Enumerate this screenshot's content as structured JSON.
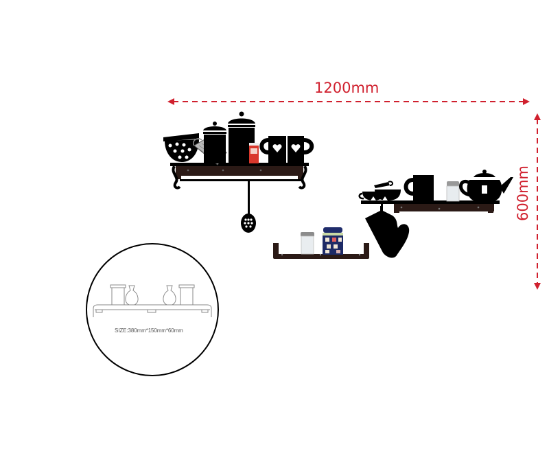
{
  "dimensions": {
    "width_label": "1200mm",
    "height_label": "600mm",
    "arrow_color": "#d0202e"
  },
  "detail": {
    "size_text": "SIZE:380mm*150mm*60mm",
    "items": [
      "jar",
      "vase",
      "vase",
      "jar"
    ]
  },
  "shelves": [
    {
      "name": "upper-left-shelf",
      "items": [
        "polka-dot-bowl",
        "grater",
        "small-canister",
        "large-canister",
        "spice-box",
        "heart-mug",
        "heart-mug"
      ],
      "hanging": [
        "slotted-spoon"
      ]
    },
    {
      "name": "right-shelf",
      "items": [
        "stacked-cups",
        "mug",
        "salt-shaker",
        "teapot"
      ],
      "hanging": [
        "oven-mitt"
      ]
    },
    {
      "name": "bottom-shelf",
      "items": [
        "salt-shaker",
        "tea-tin"
      ]
    }
  ],
  "colors": {
    "silhouette": "#000000",
    "shelf_wood": "#2b1a16",
    "outline": "#8a8a8a"
  }
}
